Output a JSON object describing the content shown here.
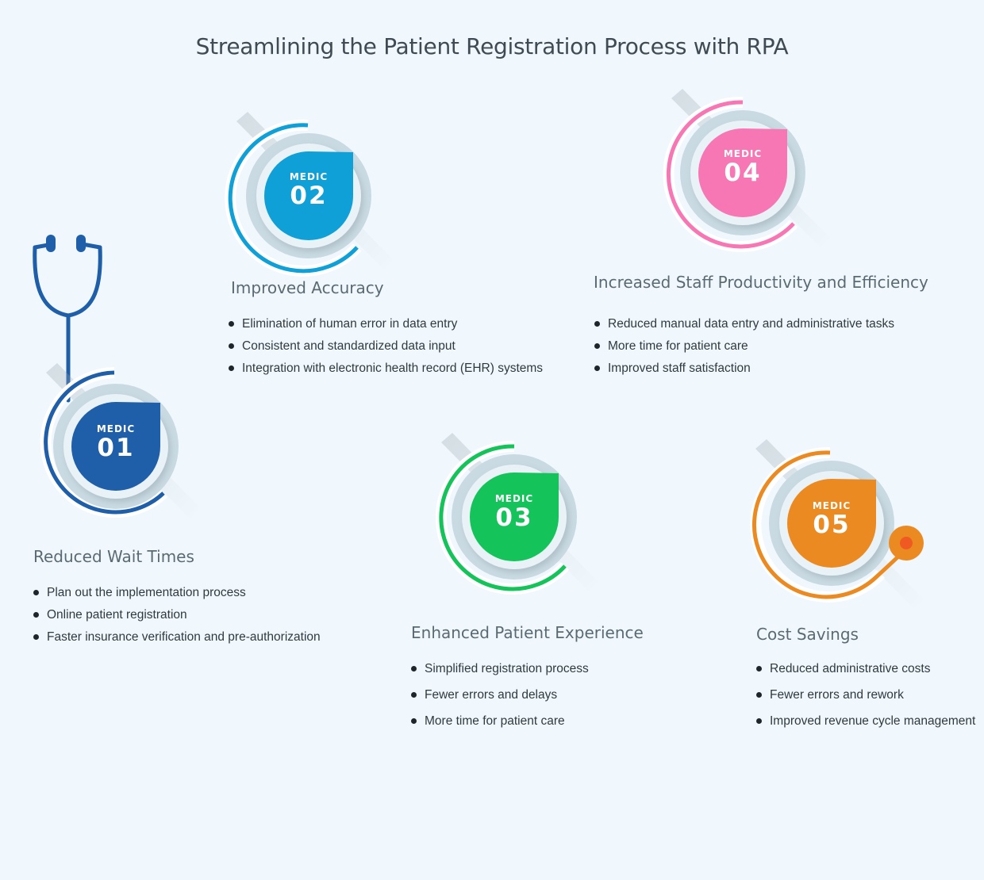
{
  "title": "Streamlining the Patient Registration Process with RPA",
  "colors": {
    "background": "#f0f8fd",
    "ring": "#c9dae2",
    "step01": "#1f5ea8",
    "step02": "#0fa0d8",
    "step03": "#14c45a",
    "step04": "#f777b4",
    "step05": "#ec8a22",
    "accent_dot": "#ef5a22"
  },
  "steps": [
    {
      "tag": "MEDIC",
      "number": "01",
      "heading": "Reduced Wait Times",
      "points": [
        "Plan out the implementation process",
        "Online patient registration",
        "Faster insurance verification and pre-authorization"
      ]
    },
    {
      "tag": "MEDIC",
      "number": "02",
      "heading": "Improved Accuracy",
      "points": [
        "Elimination of human error in data entry",
        "Consistent and standardized data input",
        "Integration with electronic health record (EHR) systems"
      ]
    },
    {
      "tag": "MEDIC",
      "number": "03",
      "heading": "Enhanced Patient Experience",
      "points": [
        "Simplified registration process",
        "Fewer errors and delays",
        "More time for patient care"
      ]
    },
    {
      "tag": "MEDIC",
      "number": "04",
      "heading": "Increased Staff Productivity and Efficiency",
      "points": [
        "Reduced manual data entry and administrative tasks",
        "More time for patient care",
        "Improved staff satisfaction"
      ]
    },
    {
      "tag": "MEDIC",
      "number": "05",
      "heading": "Cost Savings",
      "points": [
        "Reduced administrative costs",
        "Fewer errors and rework",
        "Improved revenue cycle management"
      ]
    }
  ]
}
